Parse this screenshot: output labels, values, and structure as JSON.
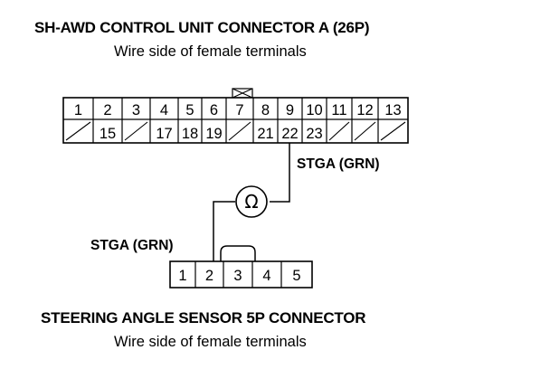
{
  "connector_a": {
    "title": "SH-AWD CONTROL UNIT CONNECTOR A (26P)",
    "subtitle": "Wire side of female terminals",
    "top_row": [
      "1",
      "2",
      "3",
      "4",
      "5",
      "6",
      "7",
      "8",
      "9",
      "10",
      "11",
      "12",
      "13"
    ],
    "bottom_row": [
      "",
      "15",
      "",
      "17",
      "18",
      "19",
      "",
      "21",
      "22",
      "23",
      "",
      "",
      ""
    ]
  },
  "sensor": {
    "title": "STEERING ANGLE SENSOR 5P CONNECTOR",
    "subtitle": "Wire side of female terminals",
    "pins": [
      "1",
      "2",
      "3",
      "4",
      "5"
    ]
  },
  "wire_label_a": "STGA (GRN)",
  "wire_label_b": "STGA (GRN)",
  "meter_symbol": "Ω"
}
